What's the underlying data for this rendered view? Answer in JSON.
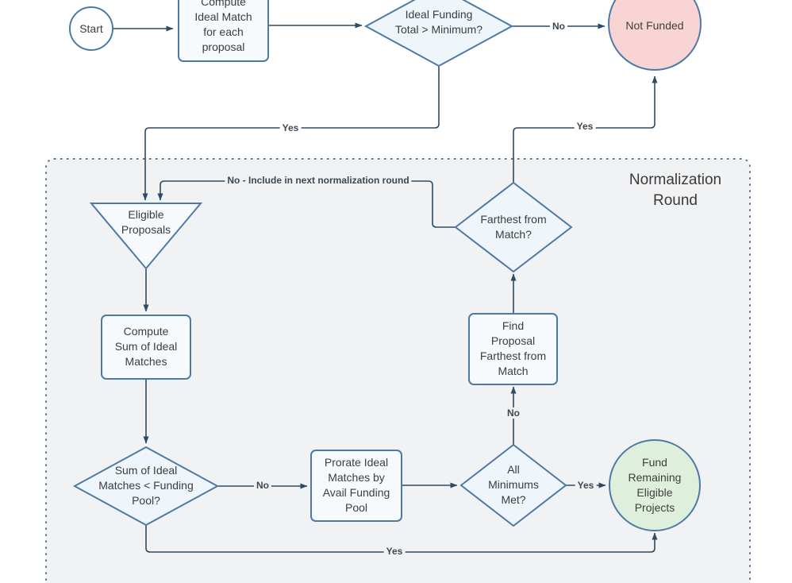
{
  "container": {
    "label": "Normalization\nRound"
  },
  "nodes": {
    "start": "Start",
    "compute_ideal": "Compute\nIdeal Match\nfor each\nproposal",
    "ideal_funding": "Ideal Funding\nTotal > Minimum?",
    "not_funded": "Not Funded",
    "eligible": "Eligible\nProposals",
    "compute_sum": "Compute\nSum of Ideal\nMatches",
    "sum_check": "Sum of Ideal\nMatches < Funding\nPool?",
    "prorate": "Prorate Ideal\nMatches by\nAvail Funding\nPool",
    "minimums": "All\nMinimums\nMet?",
    "fund_remaining": "Fund\nRemaining\nEligible\nProjects",
    "find_proposal": "Find\nProposal\nFarthest from\nMatch",
    "farthest": "Farthest from\nMatch?"
  },
  "edge_labels": {
    "no_top": "No",
    "yes_into_round": "Yes",
    "yes_not_funded": "Yes",
    "no_include": "No - Include in next normalization round",
    "no_prorate": "No",
    "yes_fund": "Yes",
    "no_find": "No",
    "yes_bottom": "Yes"
  },
  "colors": {
    "node_border": "#4d7aa4",
    "node_fill": "#f6fafd",
    "diamond_fill": "#eef5fb",
    "connector": "#2e4b63",
    "container_fill": "#f0f2f4",
    "container_border": "#5b7690",
    "not_funded_fill": "#f8d4d4",
    "funded_fill": "#def0dc",
    "text": "#3d3d3d"
  }
}
